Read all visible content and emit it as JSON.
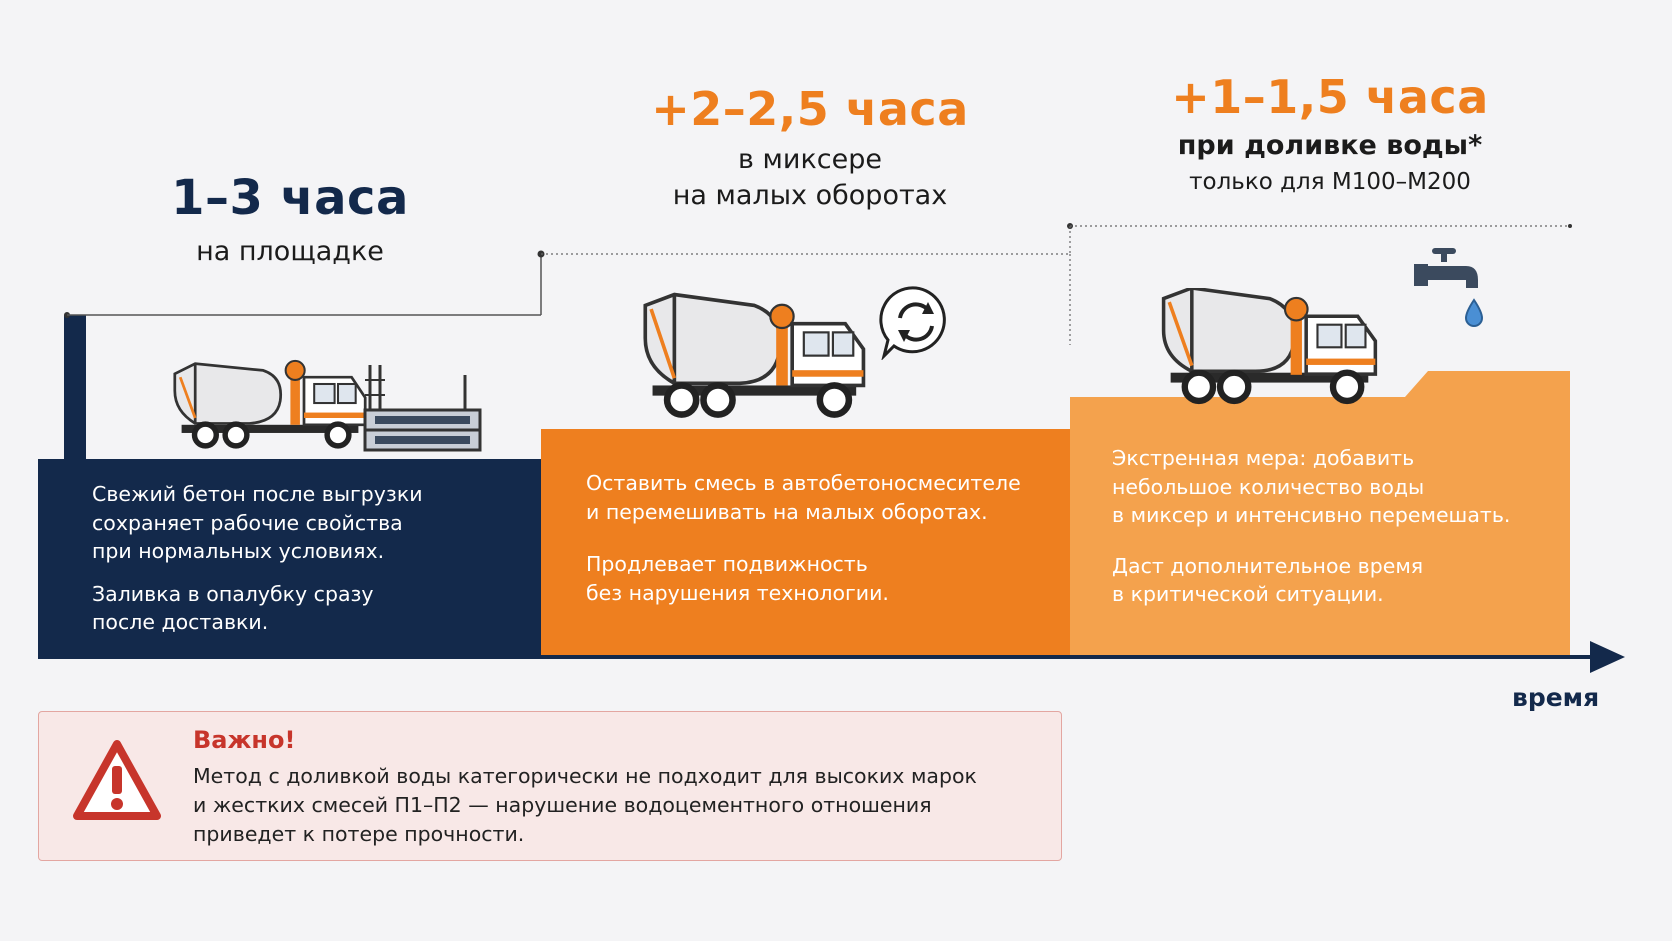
{
  "stages": [
    {
      "title": "1–3 часа",
      "subtitle": "на площадке",
      "lines": [
        "Свежий бетон после выгрузки",
        "сохраняет рабочие свойства",
        "при нормальных условиях."
      ],
      "lines2": [
        "Заливка в опалубку сразу",
        "после доставки."
      ]
    },
    {
      "title": "+2–2,5 часа",
      "subtitle": "в миксере",
      "subtitle2": "на малых оборотах",
      "lines": [
        "Оставить смесь в автобетоносмесителе",
        "и перемешивать на малых оборотах."
      ],
      "lines2": [
        "Продлевает подвижность",
        "без нарушения технологии."
      ]
    },
    {
      "title": "+1–1,5 часа",
      "subtitle": "при доливке воды*",
      "subtitle2": "только для М100–М200",
      "lines": [
        "Экстренная мера: добавить",
        "небольшое количество воды",
        "в миксер и интенсивно перемешать."
      ],
      "lines2": [
        "Даст дополнительное время",
        "в критической ситуации."
      ]
    }
  ],
  "axis_label": "время",
  "warning": {
    "title": "Важно!",
    "lines": [
      "Метод с доливкой воды категорически не подходит для высоких марок",
      "и жестких смесей П1–П2 — нарушение водоцементного отношения",
      "приведет к потере прочности."
    ]
  },
  "colors": {
    "navy": "#13294b",
    "orange": "#ee7f1f",
    "light_orange": "#f4a24d",
    "warning_red": "#c7352b",
    "warning_bg": "#f8e8e7"
  },
  "icons": [
    "concrete-mixer-truck-icon",
    "construction-site-icon",
    "rotation-arrows-icon",
    "water-tap-icon",
    "warning-triangle-icon"
  ]
}
